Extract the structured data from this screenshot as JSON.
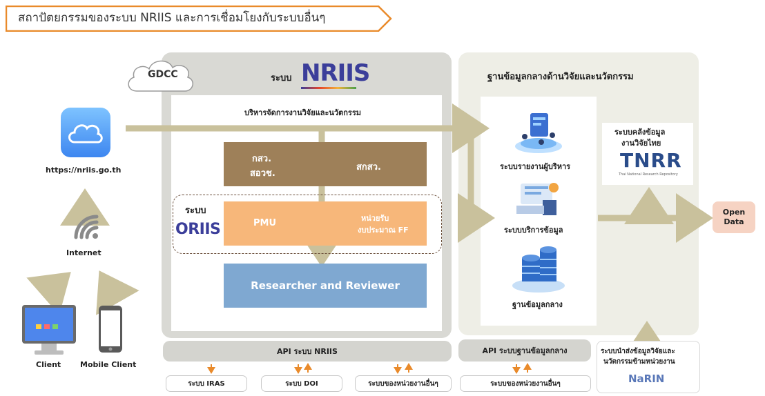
{
  "title": "สถาปัตยกรรมของระบบ NRIIS และการเชื่อมโยงกับระบบอื่นๆ",
  "colors": {
    "banner_border": "#e98a2a",
    "arrow": "#c9c19c",
    "brown": "#9e8059",
    "orange": "#f7b77a",
    "blue": "#7fa8d1",
    "panel_grey": "#d9d9d4",
    "panel_beige": "#eeeee6",
    "open_data": "#f6d3c3",
    "api_arrow": "#e98a2a"
  },
  "cloud_label": "GDCC",
  "nriis_panel": {
    "title_prefix": "ระบบ",
    "logo_text": "NRIIS",
    "subtitle": "บริหารจัดการงานวิจัยและนวัตกรรม",
    "brown_left_line1": "กสว.",
    "brown_left_line2": "สอวช.",
    "brown_right": "สกสว.",
    "oriis_prefix": "ระบบ",
    "oriis_logo": "ORIIS",
    "pmu_label": "PMU",
    "unit_line1": "หน่วยรับ",
    "unit_line2": "งบประมาณ FF",
    "researcher_label": "Researcher and Reviewer"
  },
  "left_side": {
    "url": "https://nriis.go.th",
    "internet_label": "Internet",
    "client_label": "Client",
    "mobile_client_label": "Mobile Client"
  },
  "central_panel": {
    "title": "ฐานข้อมูลกลางด้านวิจัยและนวัตกรรม",
    "exec_report": "ระบบรายงานผู้บริหาร",
    "data_service": "ระบบบริการข้อมูล",
    "central_db": "ฐานข้อมูลกลาง",
    "archive_line1": "ระบบคลังข้อมูล",
    "archive_line2": "งานวิจัยไทย",
    "tnrr_logo": "TNRR",
    "tnrr_subtitle": "Thai National Research Repository"
  },
  "open_data": {
    "line1": "Open",
    "line2": "Data"
  },
  "api_nriis": {
    "label": "API ระบบ NRIIS",
    "items": [
      "ระบบ IRAS",
      "ระบบ DOI",
      "ระบบของหน่วยงานอื่นๆ"
    ]
  },
  "api_central": {
    "label": "API ระบบฐานข้อมูลกลาง",
    "item": "ระบบของหน่วยงานอื่นๆ"
  },
  "narin": {
    "line1": "ระบบนำส่งข้อมูลวิจัยและ",
    "line2": "นวัตกรรมข้ามหน่วยงาน",
    "logo": "NaRIN"
  }
}
